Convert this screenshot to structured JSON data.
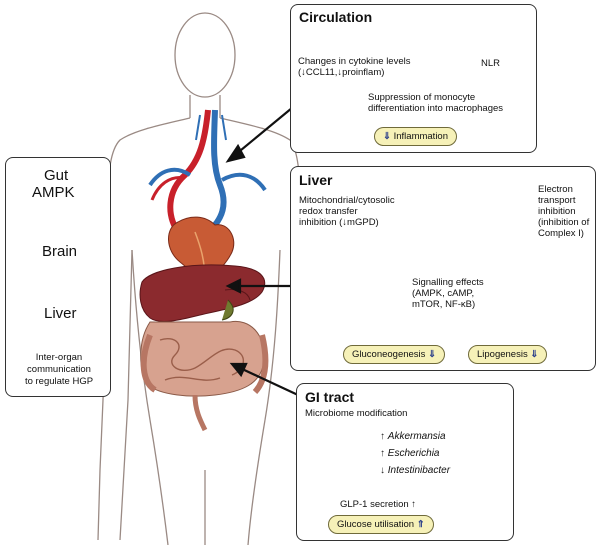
{
  "left_panel": {
    "gut": "Gut",
    "ampk": "AMPK",
    "brain": "Brain",
    "liver": "Liver",
    "caption_lines": [
      "Inter-organ",
      "communication",
      "to regulate HGP"
    ]
  },
  "circulation": {
    "title": "Circulation",
    "cytokine_lines": [
      "Changes in cytokine levels",
      "(↓CCL11,↓proinflam)"
    ],
    "nlr": "NLR",
    "monocyte_lines": [
      "Suppression of monocyte",
      "differentiation into macrophages"
    ],
    "pill_arrow": "⇓",
    "pill_label": "Inflammation"
  },
  "liver_panel": {
    "title": "Liver",
    "redox_lines": [
      "Mitochondrial/cytosolic",
      "redox transfer",
      "inhibition (↓mGPD)"
    ],
    "etc_lines": [
      "Electron",
      "transport",
      "inhibition",
      "(inhibition of",
      "Complex I)"
    ],
    "signal_lines": [
      "Signalling effects",
      "(AMPK, cAMP,",
      "mTOR, NF-κB)"
    ],
    "pill1_label": "Gluconeogenesis",
    "pill1_arrow": "⇓",
    "pill2_label": "Lipogenesis",
    "pill2_arrow": "⇓"
  },
  "gi": {
    "title": "GI tract",
    "microbiome": "Microbiome modification",
    "bacteria": [
      {
        "arrow": "↑",
        "name": "Akkermansia"
      },
      {
        "arrow": "↑",
        "name": "Escherichia"
      },
      {
        "arrow": "↓",
        "name": "Intestinibacter"
      }
    ],
    "glp1": "GLP-1 secretion",
    "glp1_arrow": "↑",
    "pill_label": "Glucose utilisation",
    "pill_arrow": "⇑"
  },
  "colors": {
    "vessel_red": "#c8202a",
    "vessel_blue": "#2f6fb5",
    "liver": "#8b2a2e",
    "intestine": "#d7a28f",
    "pill_bg": "#f6f1b8",
    "bidir_arrow": "#4a4aa8"
  }
}
